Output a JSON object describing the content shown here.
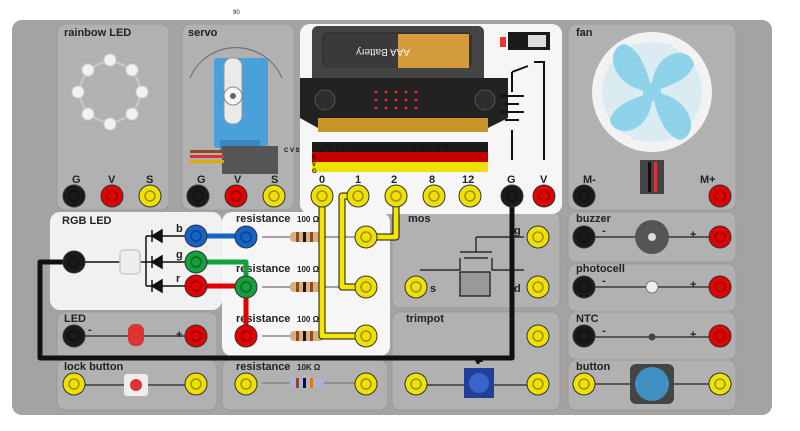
{
  "modules": {
    "rainbow_led": "rainbow LED",
    "servo": "servo",
    "fan": "fan",
    "rgb_led": "RGB LED",
    "led": "LED",
    "lock_button": "lock button",
    "mos": "mos",
    "buzzer": "buzzer",
    "photocell": "photocell",
    "trimpot": "trimpot",
    "ntc": "NTC",
    "button": "button",
    "battery": "AAA Battery"
  },
  "resistors": {
    "r1": {
      "label": "resistance",
      "value": "100 Ω"
    },
    "r2": {
      "label": "resistance",
      "value": "100 Ω"
    },
    "r3": {
      "label": "resistance",
      "value": "100 Ω"
    },
    "r4": {
      "label": "resistance",
      "value": "10K Ω"
    }
  },
  "pins": {
    "g": "G",
    "v": "V",
    "s": "S",
    "m_minus": "M-",
    "m_plus": "M+",
    "minus": "-",
    "plus": "+",
    "rgb_b": "b",
    "rgb_g": "g",
    "rgb_r": "r",
    "mos_g": "g",
    "mos_s": "s",
    "mos_d": "d",
    "servo_cvs": "C V S"
  },
  "microbit": {
    "pin_labels": [
      "0",
      "1",
      "2",
      "8",
      "12"
    ],
    "power_labels": [
      "G",
      "V"
    ],
    "header_numbers": "0 1 2 3 4 5 6 7 8 9 10 11 12 13 14 15 16 19 20",
    "header_rows": [
      "S",
      "V",
      "G"
    ]
  },
  "colors": {
    "board": "#a3a3a3",
    "jack_yellow": "#f0e000",
    "jack_red": "#e20000",
    "jack_black": "#1a1a1a",
    "jack_blue": "#1464c8",
    "jack_green": "#14a03c",
    "wire_yellow": "#f5e600",
    "wire_black": "#111111",
    "fan_blue": "#8fd3ea"
  }
}
